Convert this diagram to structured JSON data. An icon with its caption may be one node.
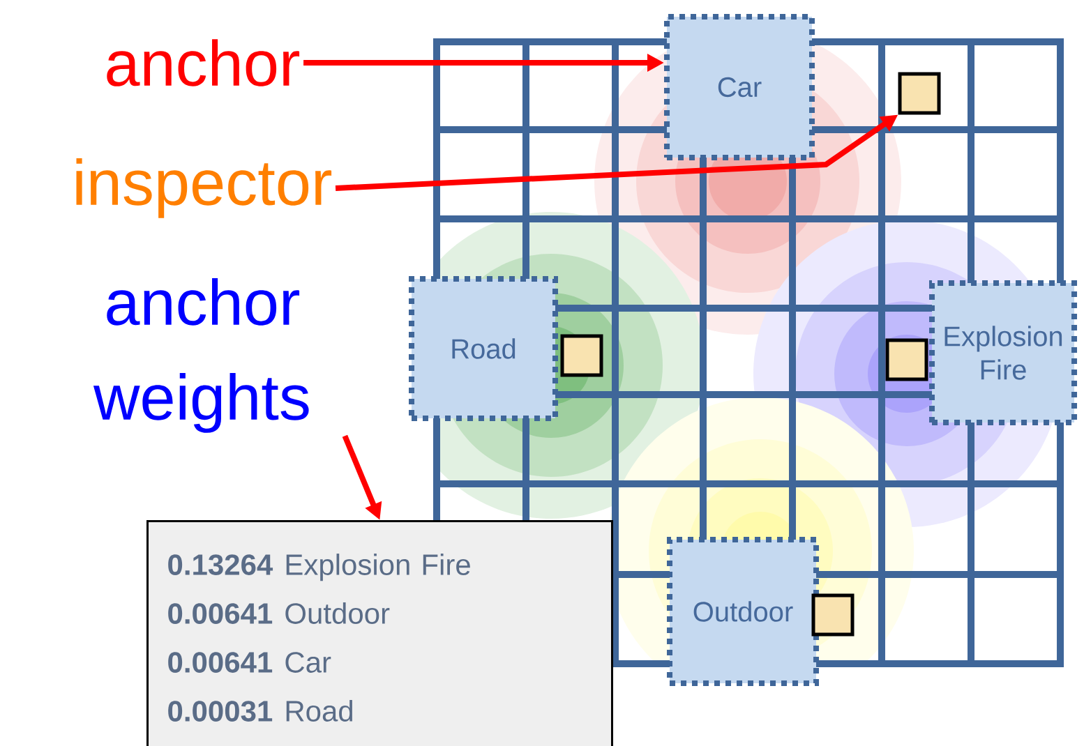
{
  "diagram": {
    "nodes": [
      {
        "text": [
          "anchor"
        ]
      },
      {
        "text": [
          "inspector"
        ]
      },
      {
        "text": [
          "anchor weights"
        ]
      },
      {
        "text": [
          "Car"
        ]
      },
      {
        "text": [],
        "shape": "box"
      },
      {
        "text": [
          "Road"
        ]
      },
      {
        "text": [],
        "shape": "box"
      },
      {
        "text": [
          "Explosion Fire"
        ]
      },
      {
        "text": [],
        "shape": "box"
      },
      {
        "text": [
          "Outdoor"
        ]
      },
      {
        "text": [],
        "shape": "box"
      },
      {
        "text": [
          "0.13264",
          "Explosion Fire",
          "0.00641",
          "Outdoor",
          "0.00641",
          "Car",
          "0.00031",
          "Road"
        ]
      }
    ],
    "edges": [
      {
        "from": 0,
        "to": 3,
        "arrow": "to"
      },
      {
        "from": 1,
        "to": 4,
        "arrow": "to"
      },
      {
        "from": 2,
        "to": 11,
        "arrow": "to"
      }
    ]
  }
}
